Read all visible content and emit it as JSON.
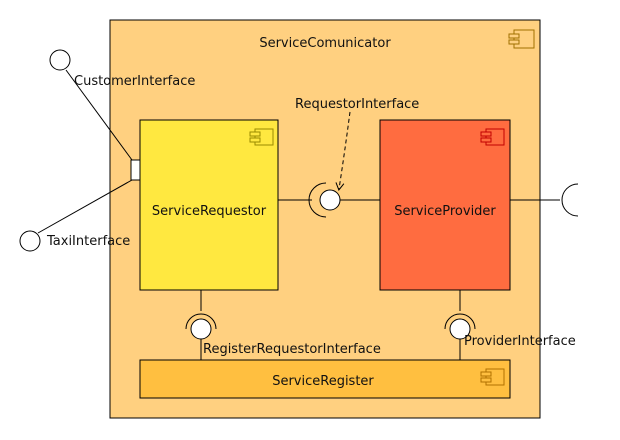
{
  "colors": {
    "outer_fill": "#ffd080",
    "requestor_fill": "#ffe840",
    "provider_fill": "#ff6c40",
    "register_fill": "#ffbf40",
    "stroke": "#000000",
    "icon_requestor": "#9a8a00",
    "icon_provider": "#c00000",
    "icon_register": "#b07000",
    "icon_outer": "#a07000"
  },
  "components": {
    "outer": {
      "label": "ServiceComunicator",
      "icon": "component-icon"
    },
    "requestor": {
      "label": "ServiceRequestor",
      "icon": "component-icon"
    },
    "provider": {
      "label": "ServiceProvider",
      "icon": "component-icon"
    },
    "register": {
      "label": "ServiceRegister",
      "icon": "component-icon"
    }
  },
  "interfaces": {
    "customer": "CustomerInterface",
    "taxi": "TaxiInterface",
    "requestor": "RequestorInterface",
    "register_requestor": "RegisterRequestorInterface",
    "provider": "ProviderInterface"
  }
}
